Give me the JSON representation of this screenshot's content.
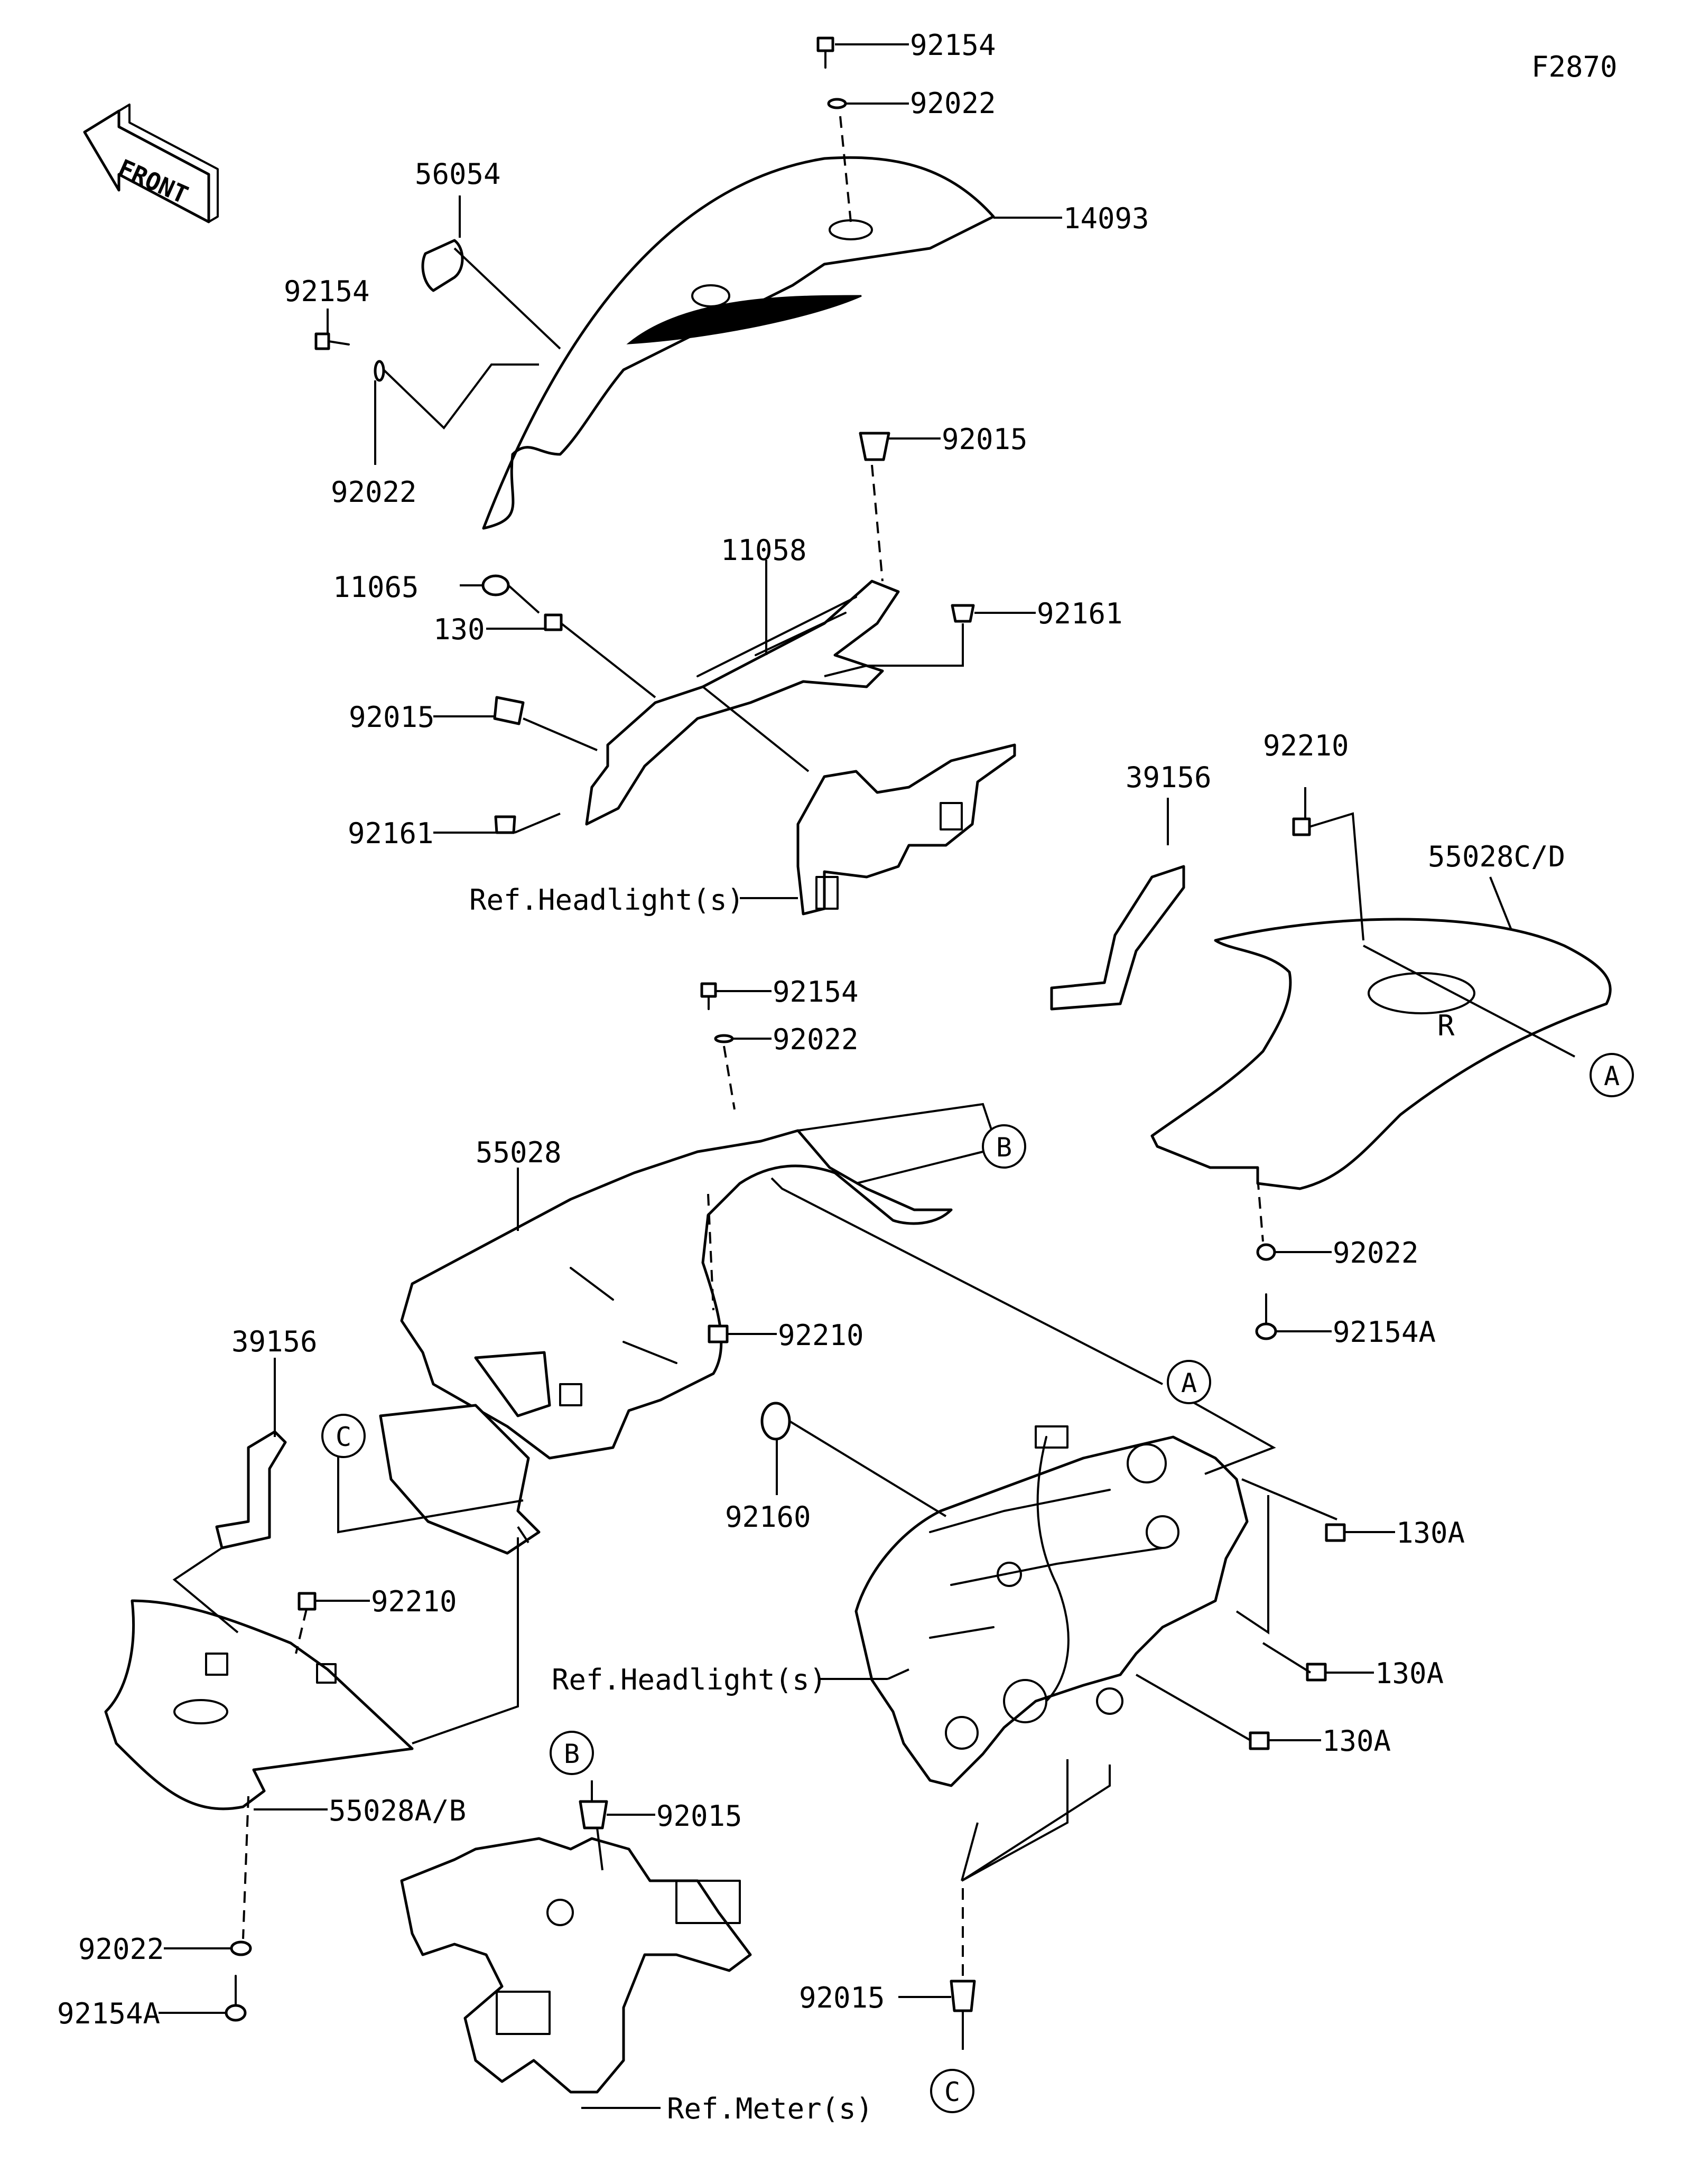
{
  "diagram_code": "F2870",
  "front_label": "FRONT",
  "callouts": {
    "a_upper": "A",
    "a_lower": "A",
    "b_upper": "B",
    "b_lower": "B",
    "c_upper": "C",
    "c_lower": "C"
  },
  "labels": {
    "p92154_top": "92154",
    "p92022_top": "92022",
    "p14093": "14093",
    "p56054": "56054",
    "p92154_left": "92154",
    "p92022_left": "92022",
    "p92015_upper": "92015",
    "p11058": "11058",
    "p11065": "11065",
    "p130": "130",
    "p92161_right": "92161",
    "p92015_left": "92015",
    "p92161_left": "92161",
    "ref_headlight_upper": "Ref.Headlight(s)",
    "p92210_right": "92210",
    "p39156_right": "39156",
    "p55028cd": "55028C/D",
    "p92154_mid": "92154",
    "p92022_mid": "92022",
    "p55028": "55028",
    "p92022_right": "92022",
    "p92154a_right": "92154A",
    "p92210_mid": "92210",
    "p39156_left": "39156",
    "p92160": "92160",
    "p130a_1": "130A",
    "p92210_left": "92210",
    "ref_headlight_lower": "Ref.Headlight(s)",
    "p130a_2": "130A",
    "p130a_3": "130A",
    "p92015_b": "92015",
    "p55028ab": "55028A/B",
    "p92022_left_low": "92022",
    "p92154a_left": "92154A",
    "p92015_c": "92015",
    "ref_meter": "Ref.Meter(s)"
  }
}
